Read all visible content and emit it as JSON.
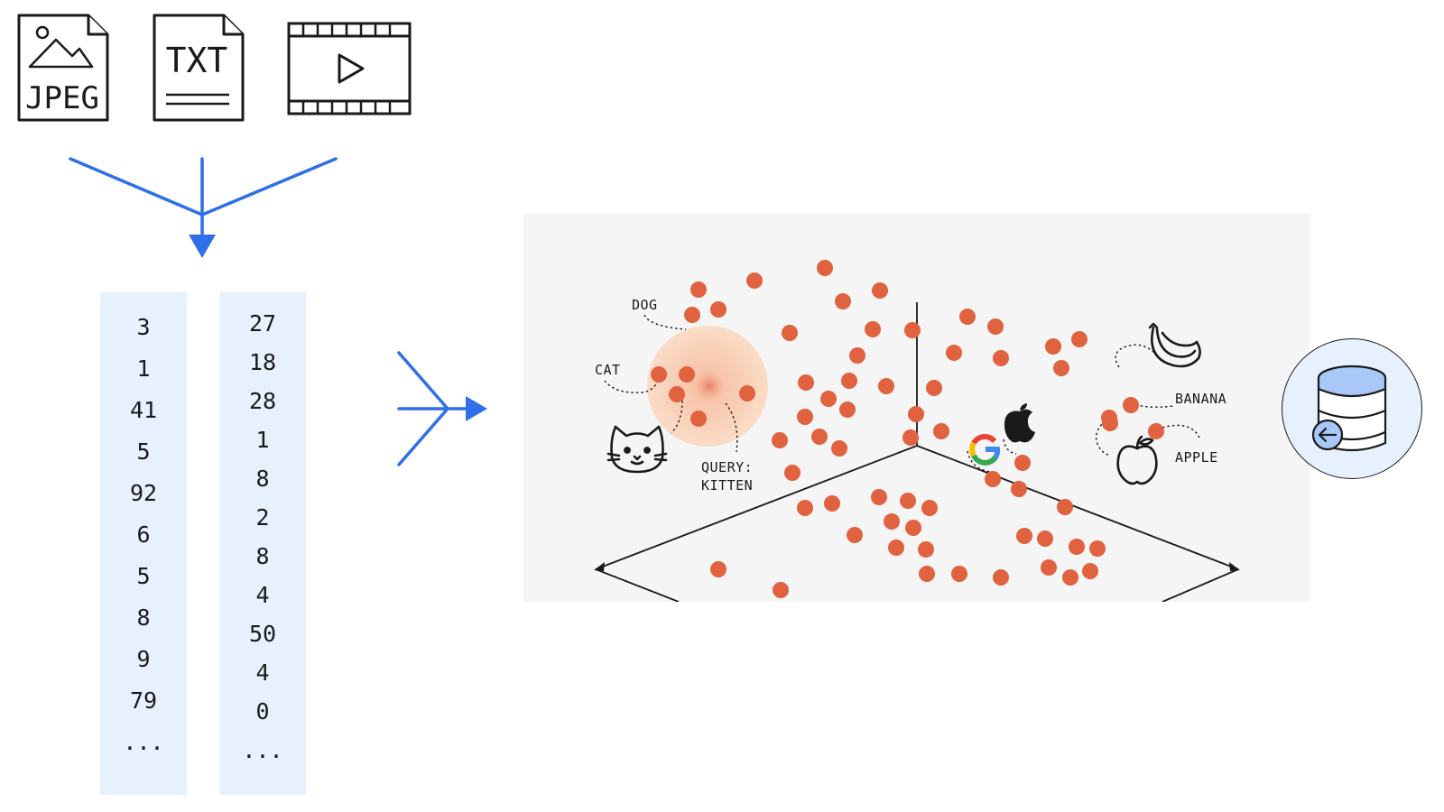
{
  "file_types": {
    "jpeg": "JPEG",
    "txt": "TXT"
  },
  "vectors": [
    {
      "values": [
        "3",
        "1",
        "41",
        "5",
        "92",
        "6",
        "5",
        "8",
        "9",
        "79",
        "..."
      ]
    },
    {
      "values": [
        "27",
        "18",
        "28",
        "1",
        "8",
        "2",
        "8",
        "4",
        "50",
        "4",
        "0",
        "..."
      ]
    }
  ],
  "labels": {
    "dog": "DOG",
    "cat": "CAT",
    "query_line1": "QUERY:",
    "query_line2": "KITTEN",
    "banana": "BANANA",
    "apple": "APPLE"
  },
  "colors": {
    "arrow": "#2f6fe8",
    "point": "#e0623f",
    "query_glow": "#f8c9a8",
    "vector_bg": "#e7f0fd",
    "db_fill": "#a9c8f8"
  },
  "icons": [
    "image-file-icon",
    "text-file-icon",
    "video-file-icon",
    "cat-icon",
    "banana-icon",
    "apple-fruit-icon",
    "google-logo-icon",
    "apple-logo-icon",
    "database-icon",
    "back-arrow-icon"
  ]
}
